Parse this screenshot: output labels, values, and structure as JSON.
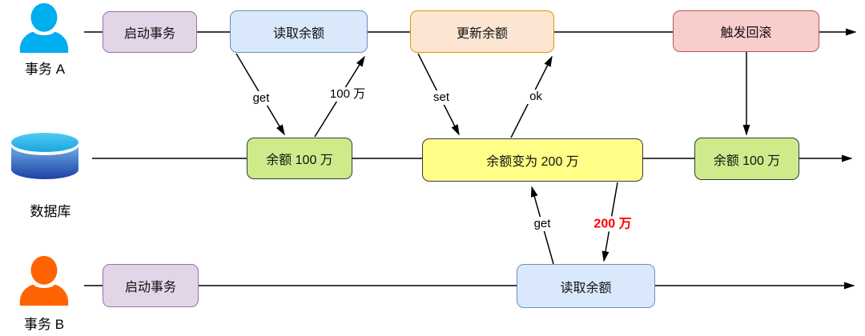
{
  "diagram_type": "sequence-flow",
  "actors": {
    "a": {
      "label": "事务 A",
      "icon": "person-icon",
      "icon_color": "#00AEEF"
    },
    "db": {
      "label": "数据库",
      "icon": "database-icon"
    },
    "b": {
      "label": "事务 B",
      "icon": "person-icon",
      "icon_color": "#FF6200"
    }
  },
  "nodes": {
    "a_start": {
      "label": "启动事务",
      "fill": "#E1D5E7",
      "stroke": "#9673A6"
    },
    "a_read": {
      "label": "读取余额",
      "fill": "#DAE8FC",
      "stroke": "#6C8EBF"
    },
    "a_update": {
      "label": "更新余额",
      "fill": "#FCE5D2",
      "stroke": "#D79B00"
    },
    "a_rollback": {
      "label": "触发回滚",
      "fill": "#F8CECC",
      "stroke": "#B85450"
    },
    "db_balance_100_first": {
      "label": "余额 100 万",
      "fill": "#CDEB8B",
      "stroke": "#36393D"
    },
    "db_balance_200": {
      "label": "余额变为 200 万",
      "fill": "#FFFF88",
      "stroke": "#36393D"
    },
    "db_balance_100_second": {
      "label": "余额 100 万",
      "fill": "#CDEB8B",
      "stroke": "#36393D"
    },
    "b_start": {
      "label": "启动事务",
      "fill": "#E1D5E7",
      "stroke": "#9673A6"
    },
    "b_read": {
      "label": "读取余额",
      "fill": "#DAE8FC",
      "stroke": "#6C8EBF"
    }
  },
  "edge_labels": {
    "get_a": {
      "label": "get",
      "color": "#000000"
    },
    "result_100": {
      "label": "100 万",
      "color": "#000000"
    },
    "set_a": {
      "label": "set",
      "color": "#000000"
    },
    "ok_a": {
      "label": "ok",
      "color": "#000000"
    },
    "get_b": {
      "label": "get",
      "color": "#000000"
    },
    "result_200": {
      "label": "200 万",
      "color": "#FF0000"
    }
  },
  "line_color": "#000000"
}
